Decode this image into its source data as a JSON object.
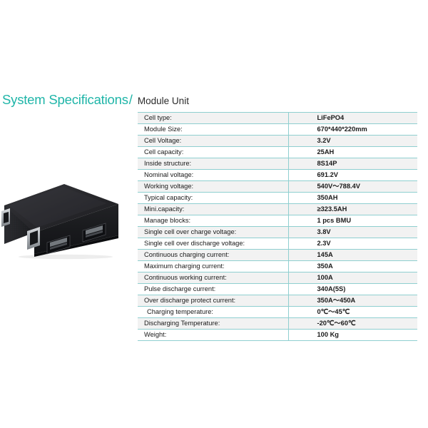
{
  "heading": {
    "main": "System Specifications",
    "separator": "/",
    "sub": "Module Unit"
  },
  "product_image": {
    "alt": "black rack mount battery module enclosure",
    "body_color": "#1b1b1d",
    "top_color": "#26262a",
    "handle_color": "#b8bcc0"
  },
  "colors": {
    "accent_teal": "#1fb5a8",
    "border_teal": "#8fcfd0",
    "row_alt": "#f2f2f2",
    "text": "#1a1a1a"
  },
  "spec_table": {
    "rows": [
      {
        "label": "Cell type:",
        "value": "LiFePO4"
      },
      {
        "label": "Module Size:",
        "value": "670*440*220mm"
      },
      {
        "label": "Cell Voltage:",
        "value": "3.2V"
      },
      {
        "label": "Cell capacity:",
        "value": "25AH"
      },
      {
        "label": "Inside structure:",
        "value": "8S14P"
      },
      {
        "label": "Nominal voltage:",
        "value": "691.2V"
      },
      {
        "label": "Working voltage:",
        "value": "540V～788.4V"
      },
      {
        "label": "Typical capacity:",
        "value": "350AH"
      },
      {
        "label": "Mini.capacity:",
        "value": "≥323.5AH"
      },
      {
        "label": "Manage blocks:",
        "value": "1 pcs BMU"
      },
      {
        "label": "Single cell over charge voltage:",
        "value": "3.8V"
      },
      {
        "label": "Single cell over discharge voltage:",
        "value": "2.3V"
      },
      {
        "label": "Continuous charging current:",
        "value": "145A"
      },
      {
        "label": "Maximum charging current:",
        "value": "350A"
      },
      {
        "label": "Continuous working current:",
        "value": "100A"
      },
      {
        "label": "Pulse discharge current:",
        "value": "340A(5S)"
      },
      {
        "label": "Over discharge protect current:",
        "value": "350A～450A"
      },
      {
        "label": "Charging temperature:",
        "value": "0℃～45℃",
        "indent": true
      },
      {
        "label": "Discharging Temperature:",
        "value": "-20℃～60℃"
      },
      {
        "label": "Weight:",
        "value": "100 Kg"
      }
    ]
  }
}
